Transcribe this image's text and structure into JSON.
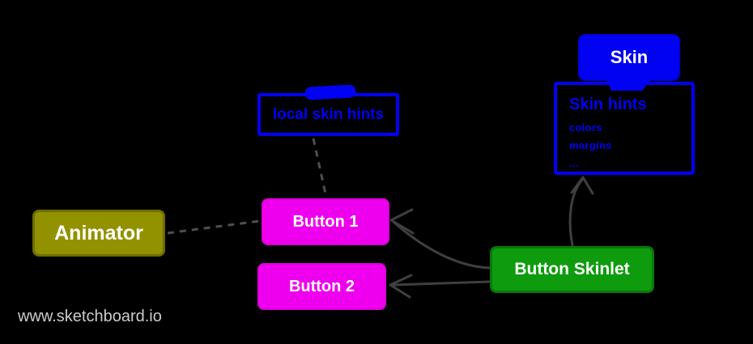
{
  "watermark": {
    "text": "www.sketchboard.io",
    "color": "#CBCBCB"
  },
  "palette": {
    "background": "#000000",
    "blue": "#0202F2",
    "magenta": "#EE00EE",
    "olive": "#929200",
    "green": "#0E9C0E",
    "connector_gray": "#3F3F3F",
    "dashed_gray": "#4E4E4E",
    "node_text": "#FFFFFF"
  },
  "nodes": {
    "skin": {
      "label": "Skin"
    },
    "skin_hints": {
      "title": "Skin hints",
      "items": [
        "colors",
        "margins",
        "..."
      ]
    },
    "local_skin_hints": {
      "label": "local skin hints"
    },
    "animator": {
      "label": "Animator"
    },
    "button1": {
      "label": "Button 1"
    },
    "button2": {
      "label": "Button 2"
    },
    "button_skinlet": {
      "label": "Button Skinlet"
    }
  },
  "edges": [
    {
      "from": "local_skin_hints",
      "to": "button1",
      "style": "dashed",
      "arrowhead": "none"
    },
    {
      "from": "animator",
      "to": "button1",
      "style": "dashed",
      "arrowhead": "none"
    },
    {
      "from": "button_skinlet",
      "to": "button1",
      "style": "solid",
      "arrowhead": "at_target"
    },
    {
      "from": "button_skinlet",
      "to": "button2",
      "style": "solid",
      "arrowhead": "at_target"
    },
    {
      "from": "button_skinlet",
      "to": "skin_hints",
      "style": "solid",
      "arrowhead": "at_target"
    }
  ]
}
